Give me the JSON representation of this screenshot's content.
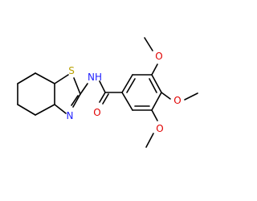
{
  "colors": {
    "carbon": "#000000",
    "nitrogen": "#1f1fff",
    "oxygen": "#e00000",
    "sulfur": "#b8a000",
    "background": "#ffffff"
  },
  "atoms": {
    "sulfur": "S",
    "amide_nitrogen": "NH",
    "ring_nitrogen": "N",
    "carbonyl_oxygen": "O",
    "methoxy_oxygen_top": "O",
    "methoxy_oxygen_middle": "O",
    "methoxy_oxygen_bottom": "O"
  }
}
